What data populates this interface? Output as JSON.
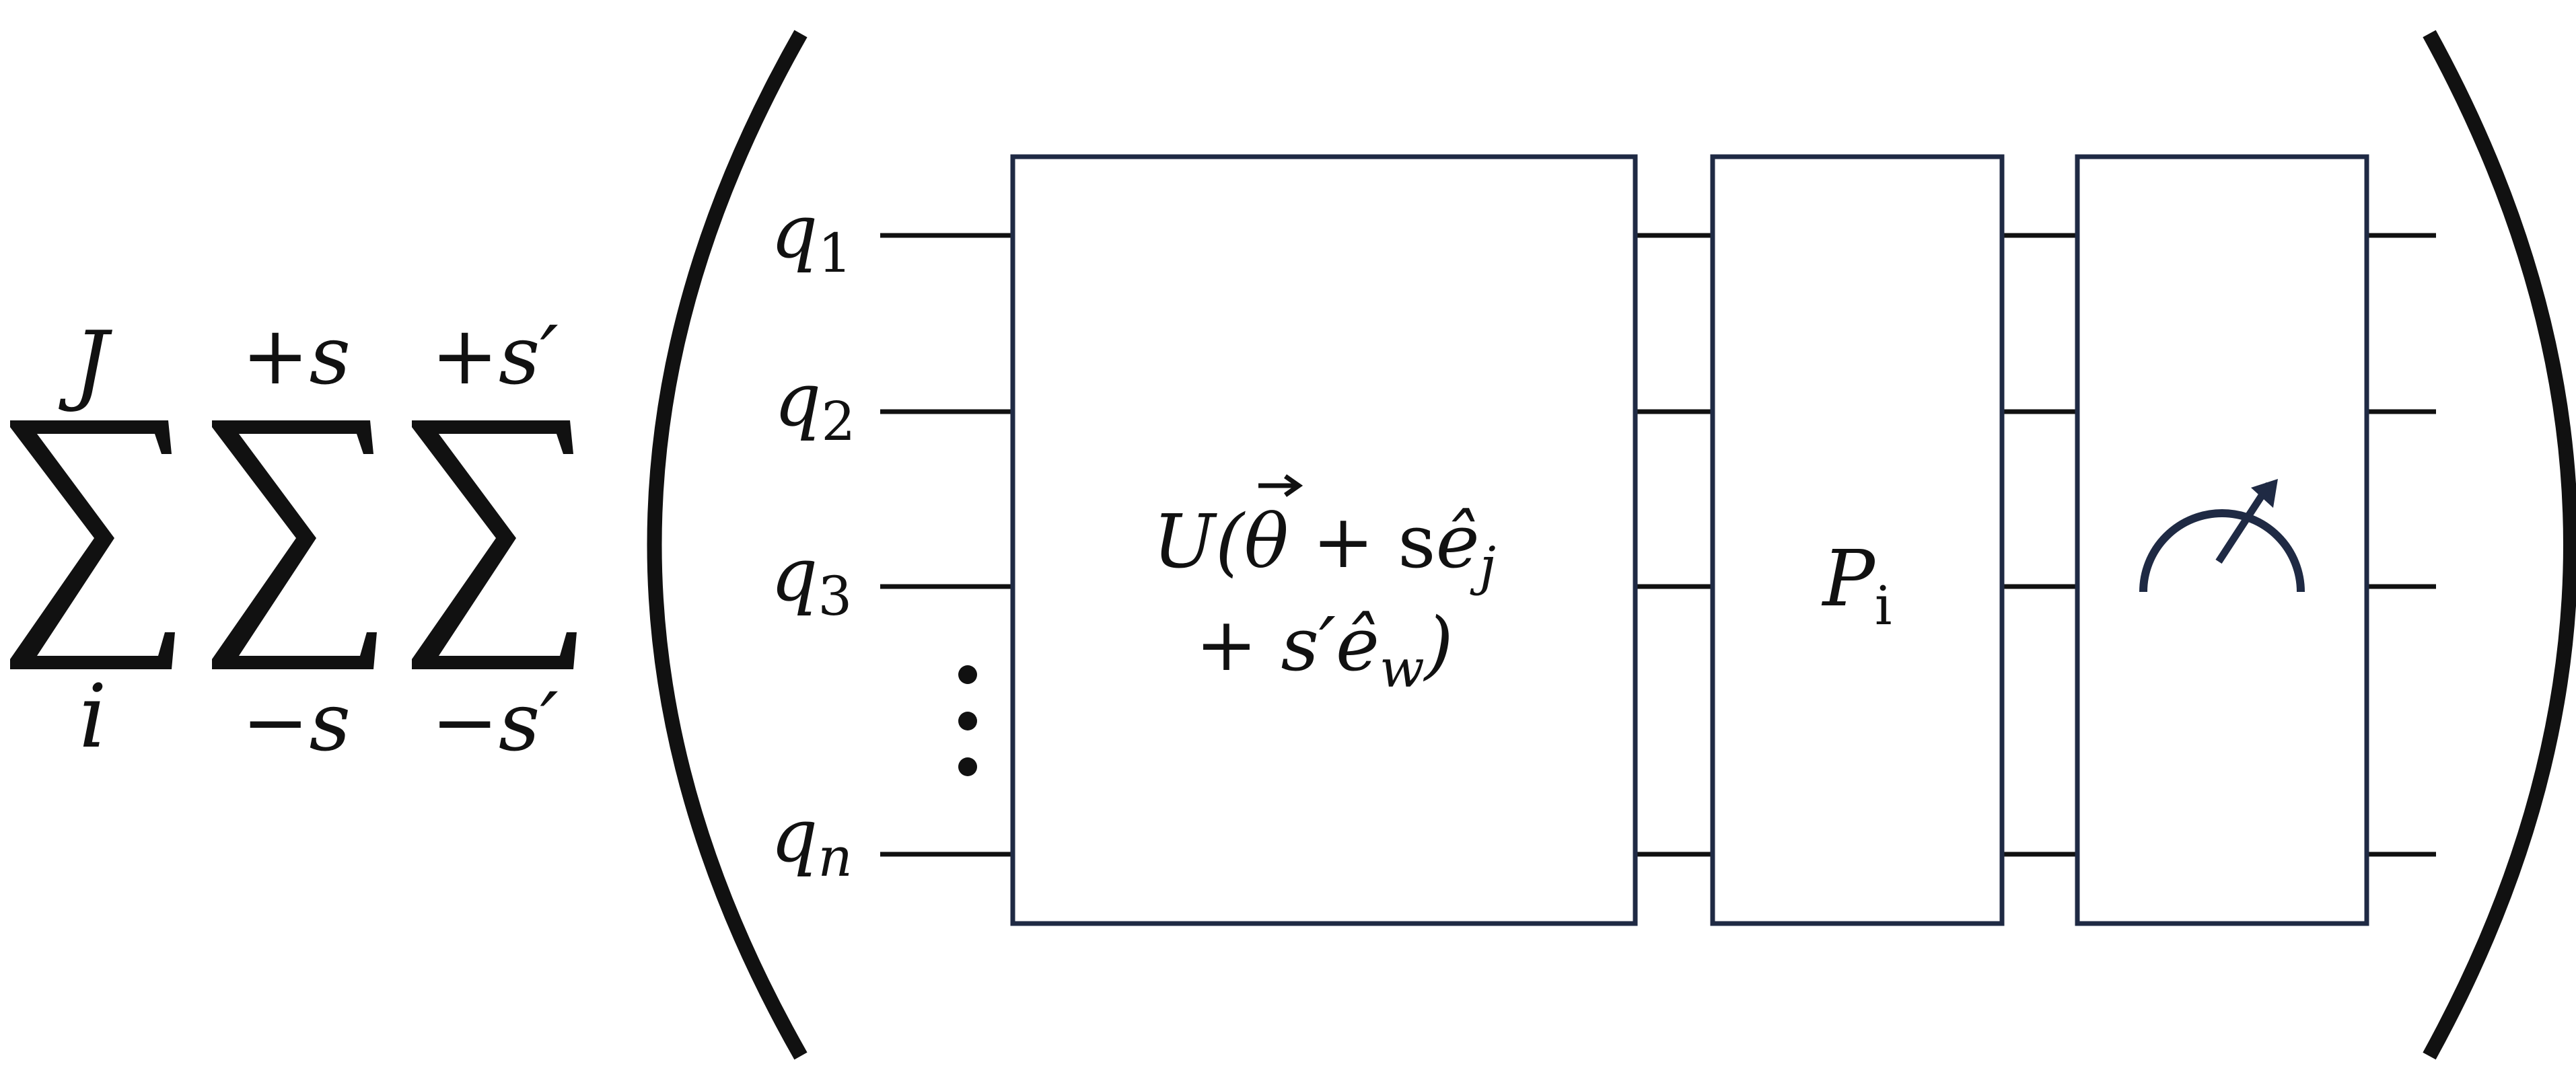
{
  "sums": [
    {
      "upper": "J",
      "lower": "i"
    },
    {
      "upper": "+s",
      "lower": "−s"
    },
    {
      "upper": "+s′",
      "lower": "−s′"
    }
  ],
  "qubits": [
    {
      "base": "q",
      "sub": "1"
    },
    {
      "base": "q",
      "sub": "2"
    },
    {
      "base": "q",
      "sub": "3"
    },
    {
      "base": "q",
      "sub": "n"
    }
  ],
  "gates": {
    "unitary": {
      "line1": {
        "u": "U(",
        "theta": "θ",
        "plus": " + s",
        "e": "ê",
        "esub": "j"
      },
      "line2": {
        "plus": "+ s′",
        "e": "ê",
        "esub": "w",
        "close": ")"
      }
    },
    "pauli": {
      "base": "P",
      "sub": "i"
    },
    "measure": {
      "icon": "meter-icon"
    }
  },
  "colors": {
    "wire": "#111111",
    "gate_border": "#1f2a44"
  }
}
